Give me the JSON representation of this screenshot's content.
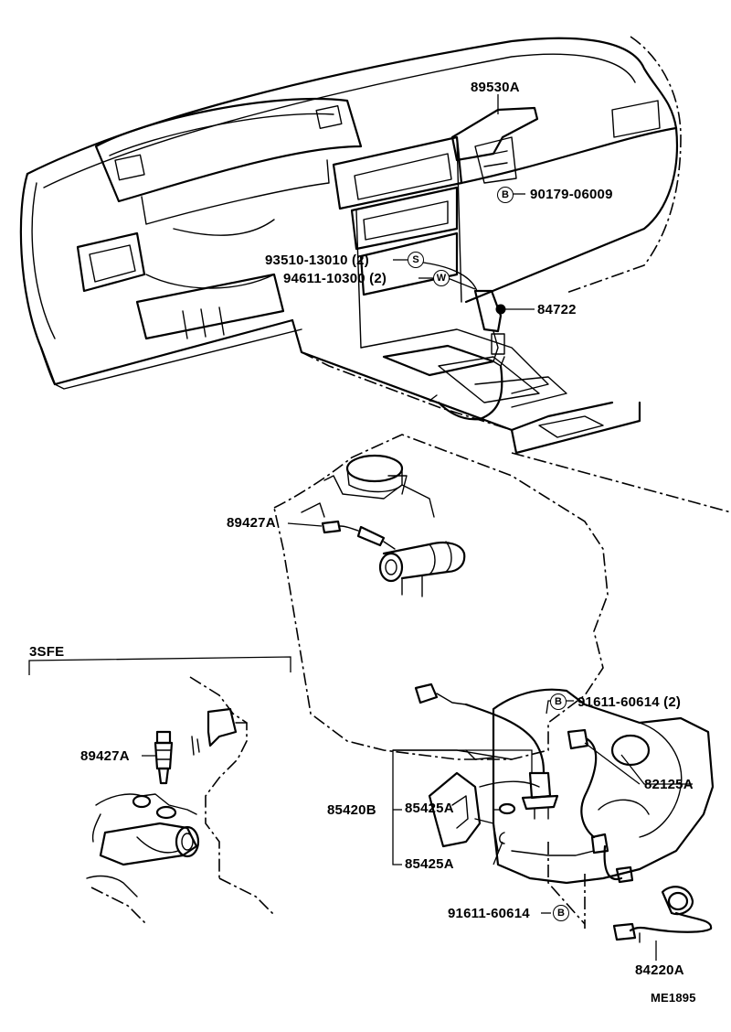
{
  "parts": {
    "p89530A": "89530A",
    "p90179": "90179-06009",
    "p93510": "93510-13010 (2)",
    "p94611": "94611-10300 (2)",
    "p84722": "84722",
    "p89427A_top": "89427A",
    "p89427A_inset": "89427A",
    "p91611_top": "91611-60614 (2)",
    "p82125A": "82125A",
    "p85420B": "85420B",
    "p85425A_1": "85425A",
    "p85425A_2": "85425A",
    "p91611_bottom": "91611-60614",
    "p84220A": "84220A"
  },
  "badges": {
    "b90179": "B",
    "b93510": "S",
    "b94611": "W",
    "b91611_top": "B",
    "b91611_bottom": "B"
  },
  "inset_title": "3SFE",
  "figure_code": "ME1895"
}
